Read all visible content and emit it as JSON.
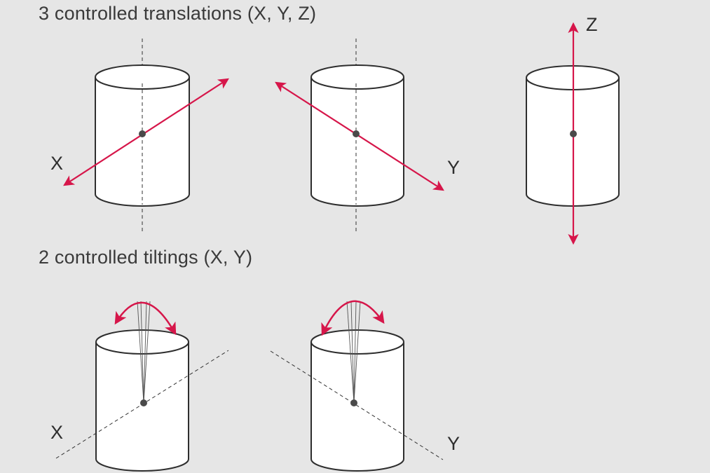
{
  "translations": {
    "title": "3 controlled translations (X, Y, Z)",
    "labels": {
      "x": "X",
      "y": "Y",
      "z": "Z"
    }
  },
  "tiltings": {
    "title": "2 controlled tiltings (X, Y)",
    "labels": {
      "x": "X",
      "y": "Y"
    }
  },
  "colors": {
    "background": "#e6e6e6",
    "arrow": "#d6164a",
    "outline": "#2e2e2e",
    "cylinder_fill": "#ffffff",
    "dot": "#4a4a4a"
  }
}
